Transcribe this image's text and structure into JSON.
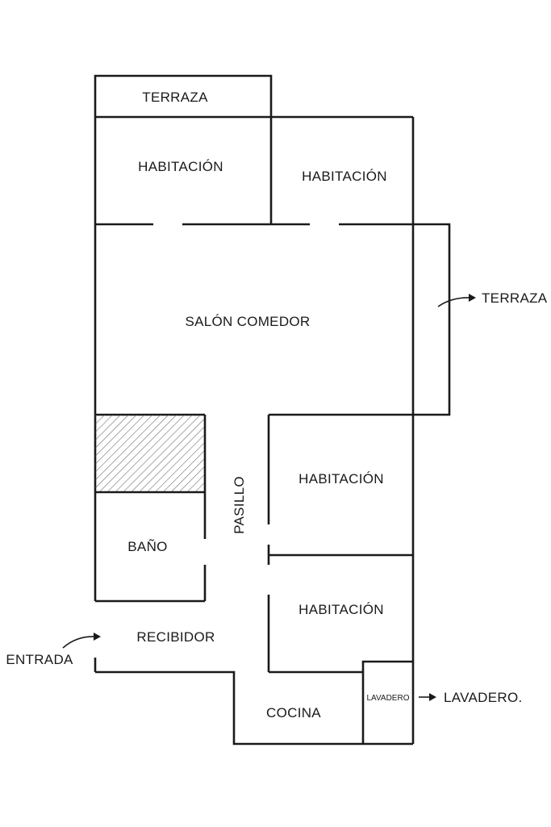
{
  "rooms": {
    "terraza_top": "TERRAZA",
    "habitacion_top_left": "HABITACIÓN",
    "habitacion_top_right": "HABITACIÓN",
    "salon": "SALÓN COMEDOR",
    "terraza_side": "TERRAZA",
    "pasillo": "PASILLO",
    "habitacion_mid": "HABITACIÓN",
    "bano": "BAÑO",
    "habitacion_bottom": "HABITACIÓN",
    "recibidor": "RECIBIDOR",
    "entrada": "ENTRADA",
    "cocina": "COCINA",
    "lavadero_inner": "LAVADERO",
    "lavadero_outer": "LAVADERO."
  },
  "colors": {
    "line": "#1a1a1a",
    "background": "#ffffff",
    "hatch": "#555555"
  }
}
